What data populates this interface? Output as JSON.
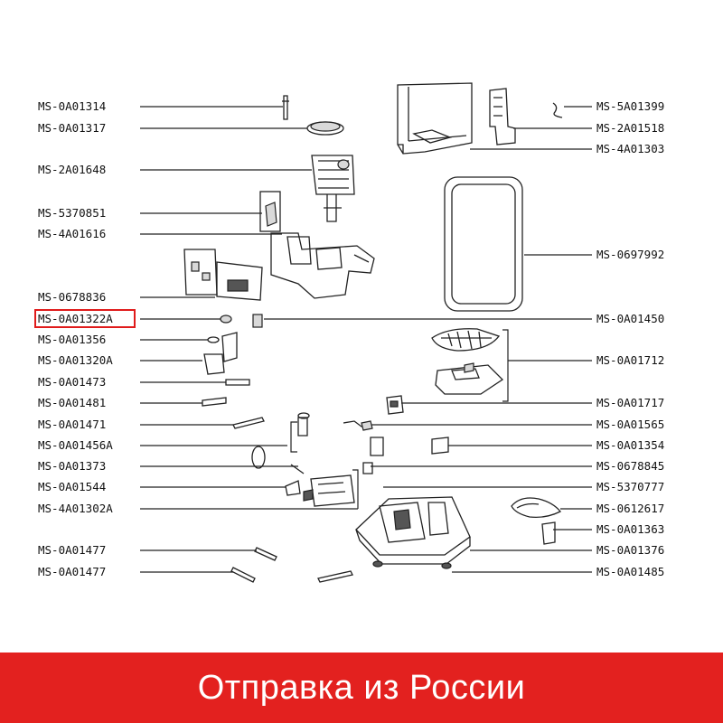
{
  "labels_left": [
    "MS-0A01314",
    "MS-0A01317",
    "MS-2A01648",
    "MS-5370851",
    "MS-4A01616",
    "MS-0678836",
    "MS-0A01322A",
    "MS-0A01356",
    "MS-0A01320A",
    "MS-0A01473",
    "MS-0A01481",
    "MS-0A01471",
    "MS-0A01456A",
    "MS-0A01373",
    "MS-0A01544",
    "MS-4A01302A",
    "MS-0A01477",
    "MS-0A01477"
  ],
  "labels_right": [
    "MS-5A01399",
    "MS-2A01518",
    "MS-4A01303",
    "MS-0697992",
    "MS-0A01450",
    "MS-0A01712",
    "MS-0A01717",
    "MS-0A01565",
    "MS-0A01354",
    "MS-0678845",
    "MS-5370777",
    "MS-0612617",
    "MS-0A01363",
    "MS-0A01376",
    "MS-0A01485"
  ],
  "highlighted_part": "MS-0A01322A",
  "highlight_color": "#e01b1b",
  "banner": {
    "text": "Отправка из России",
    "color": "#e3211f"
  }
}
